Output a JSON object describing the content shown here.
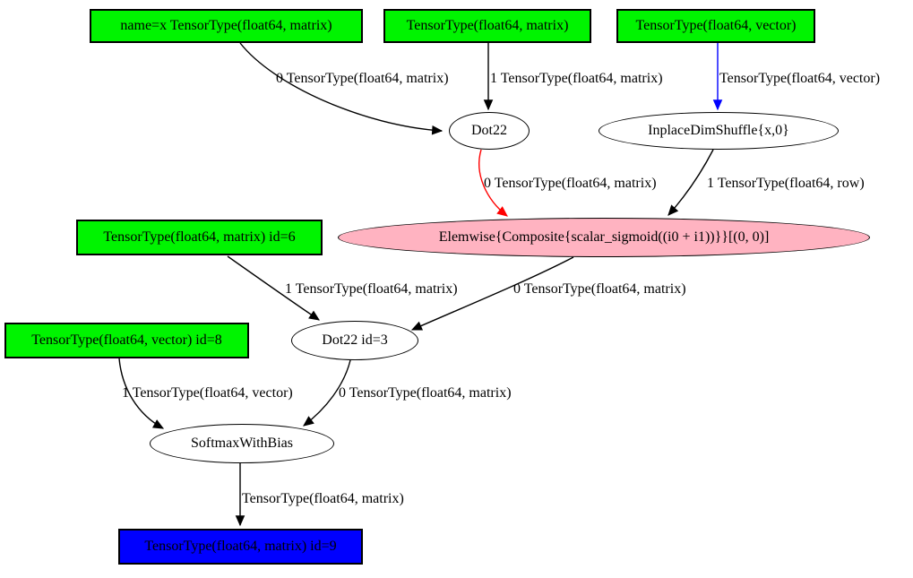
{
  "diagram": {
    "title": "theano-computation-graph",
    "colors": {
      "input_node": "#00f400",
      "output_node": "#0000ff",
      "apply_node": "#ffffff",
      "elemwise_node": "#ffb3c1",
      "edge_default": "#000000",
      "edge_red": "#ff0000",
      "edge_blue": "#0000ff"
    },
    "nodes": {
      "input_x": {
        "label": "name=x TensorType(float64, matrix)",
        "shape": "box",
        "color": "green"
      },
      "input_matrix": {
        "label": "TensorType(float64, matrix)",
        "shape": "box",
        "color": "green"
      },
      "input_vector": {
        "label": "TensorType(float64, vector)",
        "shape": "box",
        "color": "green"
      },
      "op_dot22": {
        "label": "Dot22",
        "shape": "ellipse",
        "color": "white"
      },
      "op_dimshuffle": {
        "label": "InplaceDimShuffle{x,0}",
        "shape": "ellipse",
        "color": "white"
      },
      "op_elemwise": {
        "label": "Elemwise{Composite{scalar_sigmoid((i0 + i1))}}[(0, 0)]",
        "shape": "ellipse",
        "color": "pink"
      },
      "input_id6": {
        "label": "TensorType(float64, matrix) id=6",
        "shape": "box",
        "color": "green"
      },
      "op_dot22_id3": {
        "label": "Dot22 id=3",
        "shape": "ellipse",
        "color": "white"
      },
      "input_id8": {
        "label": "TensorType(float64, vector) id=8",
        "shape": "box",
        "color": "green"
      },
      "op_softmax": {
        "label": "SoftmaxWithBias",
        "shape": "ellipse",
        "color": "white"
      },
      "output_id9": {
        "label": "TensorType(float64, matrix) id=9",
        "shape": "box",
        "color": "blue"
      }
    },
    "edge_labels": {
      "x_to_dot22": "0 TensorType(float64, matrix)",
      "matrix_to_dot22": "1 TensorType(float64, matrix)",
      "vector_to_dimshuffle": "TensorType(float64, vector)",
      "dot22_to_elemwise": "0 TensorType(float64, matrix)",
      "dimshuffle_to_elemwise": "1 TensorType(float64, row)",
      "id6_to_dot22id3": "1 TensorType(float64, matrix)",
      "elemwise_to_dot22id3": "0 TensorType(float64, matrix)",
      "id8_to_softmax": "1 TensorType(float64, vector)",
      "dot22id3_to_softmax": "0 TensorType(float64, matrix)",
      "softmax_to_output": "TensorType(float64, matrix)"
    }
  }
}
